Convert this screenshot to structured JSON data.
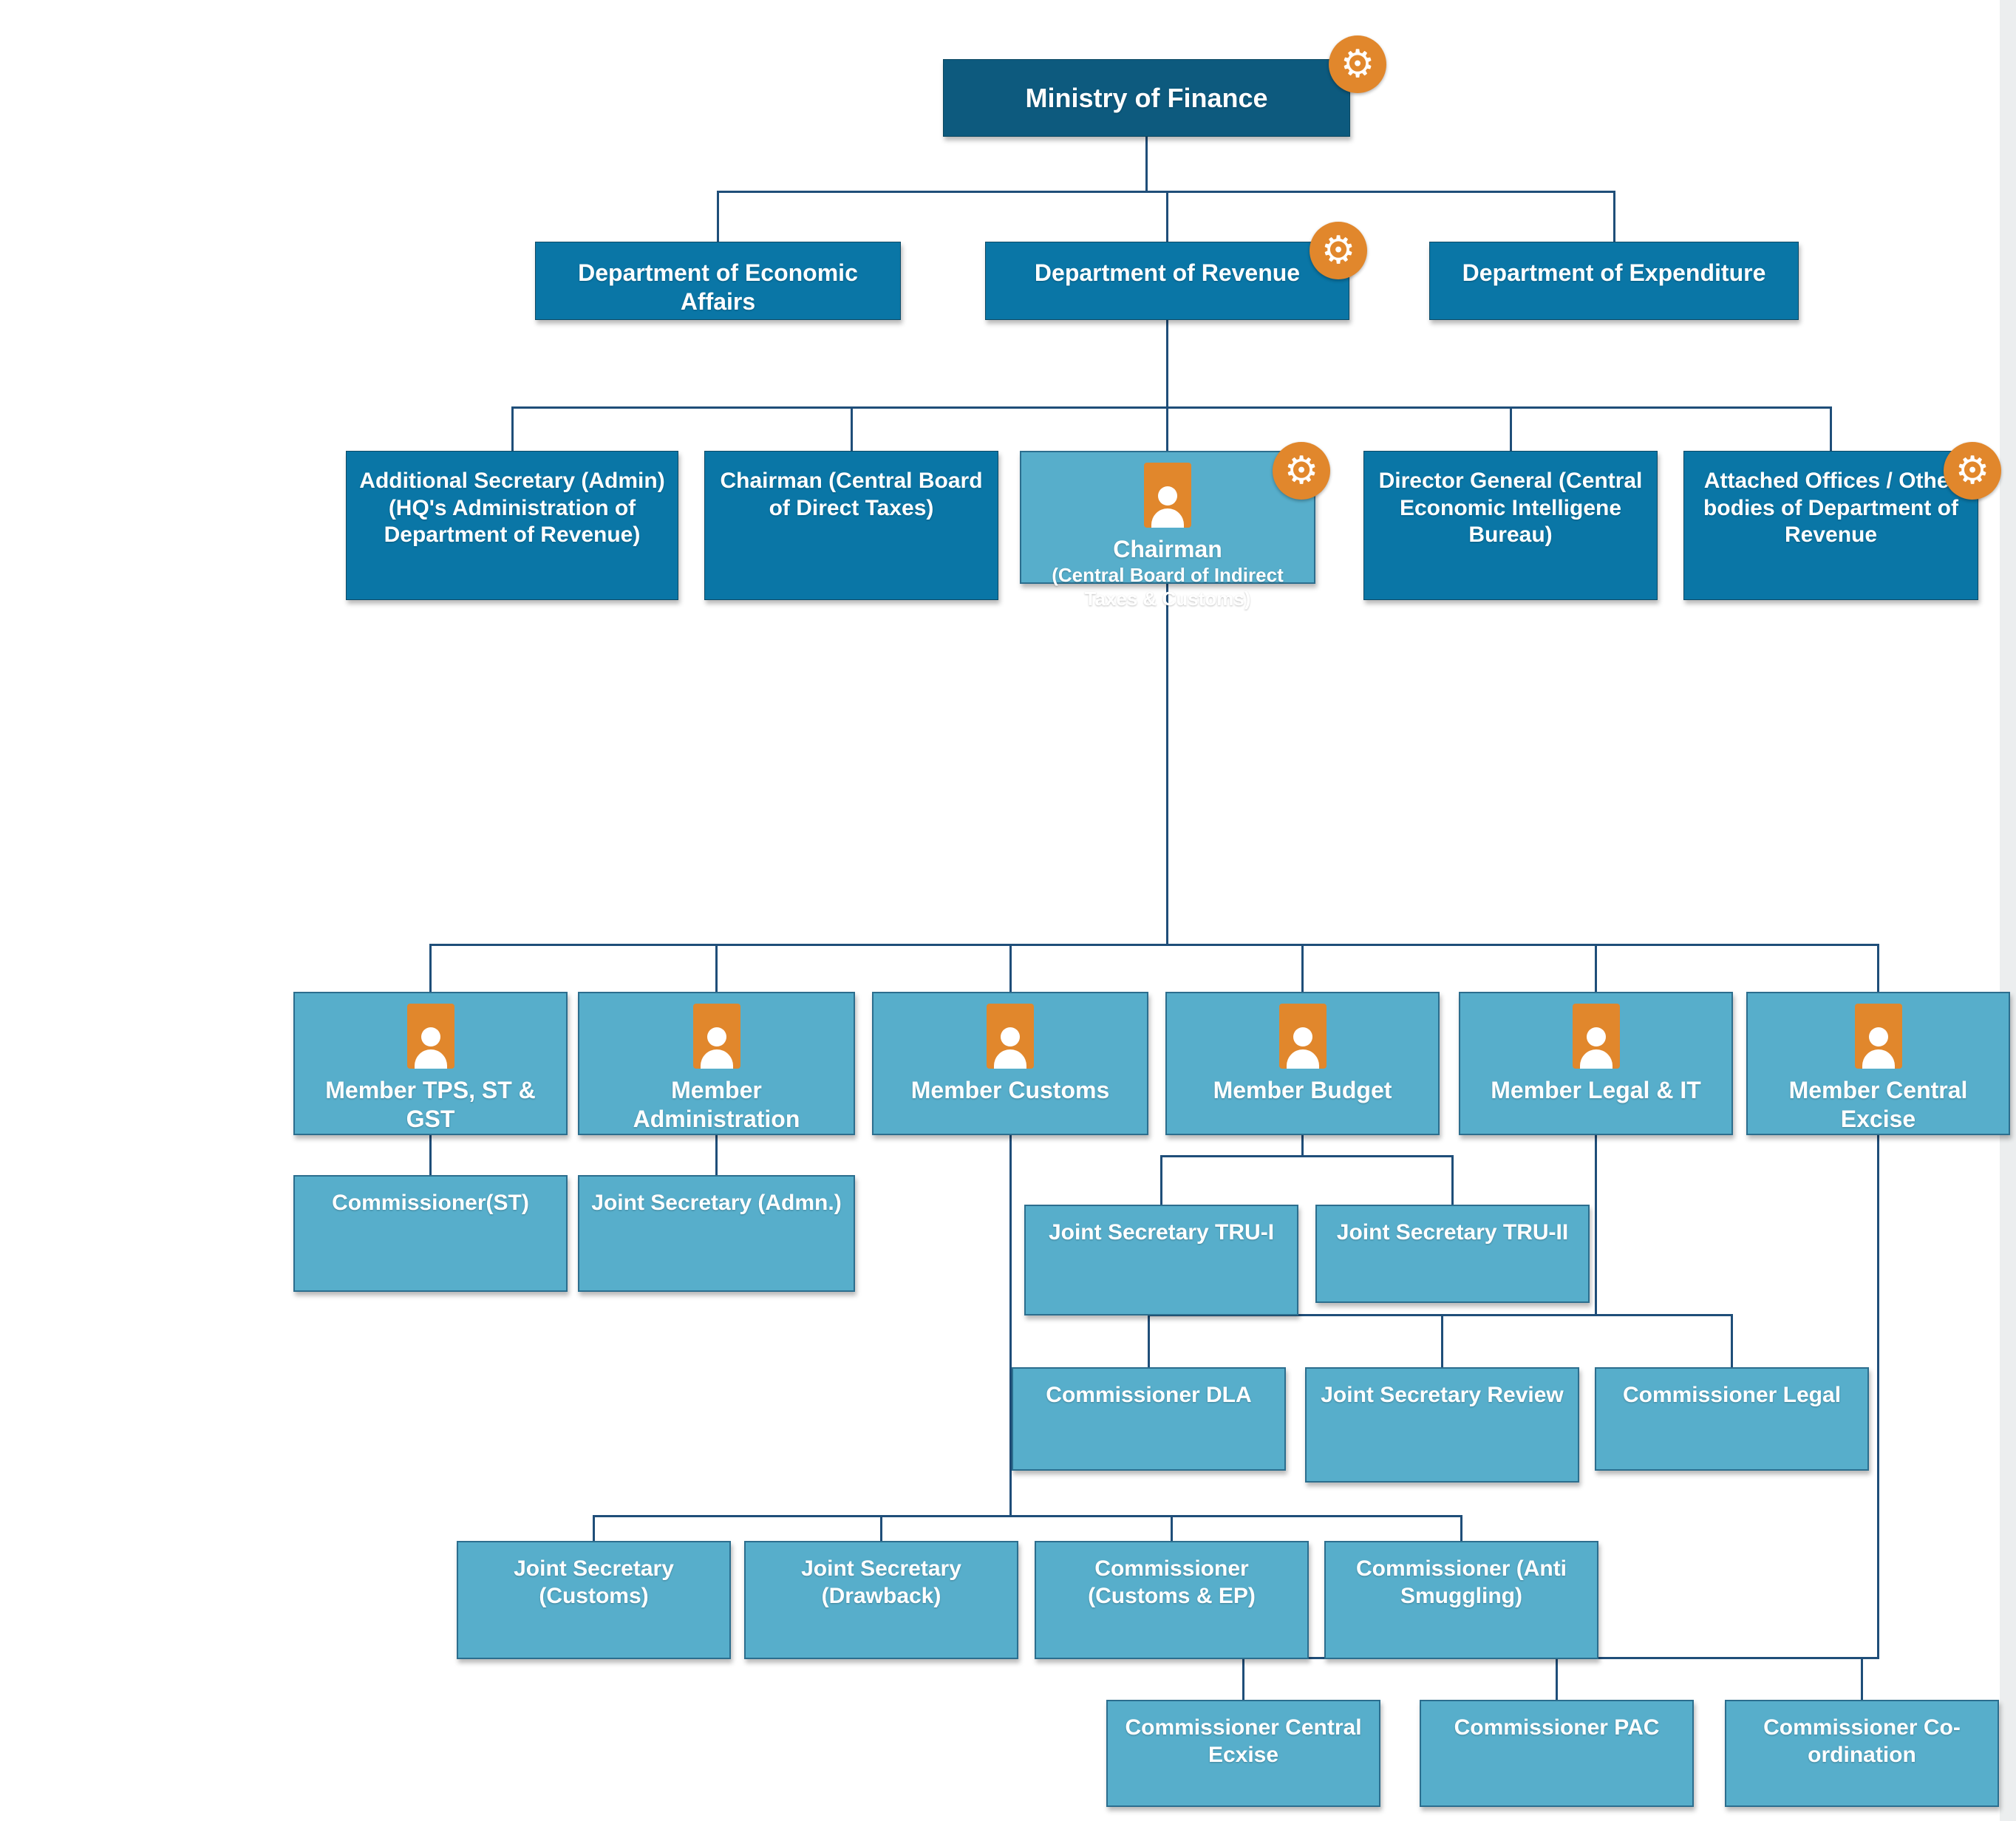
{
  "colors": {
    "box_dark": "#0d5a7e",
    "box_medium": "#0a76a6",
    "box_light": "#57aecb",
    "icon_orange": "#e1872c",
    "connector": "#1f4e79",
    "text": "#ffffff"
  },
  "icons": {
    "gear_glyph": "⚙",
    "person_glyph": "person-silhouette"
  },
  "nodes": {
    "mof": {
      "label": "Ministry of Finance",
      "has_gear": true
    },
    "dea": {
      "label": "Department of Economic Affairs"
    },
    "dor": {
      "label": "Department of Revenue",
      "has_gear": true
    },
    "doe": {
      "label": "Department of Expenditure"
    },
    "addl_secy": {
      "label": "Additional Secretary (Admin)(HQ's Administration of Department of Revenue)"
    },
    "cbdt": {
      "label": "Chairman (Central Board of Direct Taxes)"
    },
    "cbic": {
      "label": "Chairman",
      "sublabel": "(Central Board of Indirect Taxes & Customs)",
      "has_gear": true,
      "has_person": true
    },
    "dgceib": {
      "label": "Director General (Central Economic Intelligene Bureau)"
    },
    "attached": {
      "label": "Attached Offices / Other bodies of Department of Revenue",
      "has_gear": true
    },
    "m_tps": {
      "label": "Member TPS, ST & GST",
      "has_person": true
    },
    "m_admin": {
      "label": "Member Administration",
      "has_person": true
    },
    "m_customs": {
      "label": "Member Customs",
      "has_person": true
    },
    "m_budget": {
      "label": "Member Budget",
      "has_person": true
    },
    "m_legal": {
      "label": "Member Legal & IT",
      "has_person": true
    },
    "m_excise": {
      "label": "Member Central Excise",
      "has_person": true
    },
    "comm_st": {
      "label": "Commissioner(ST)"
    },
    "js_admn": {
      "label": "Joint Secretary (Admn.)"
    },
    "js_tru1": {
      "label": "Joint Secretary TRU-I"
    },
    "js_tru2": {
      "label": "Joint Secretary TRU-II"
    },
    "comm_dla": {
      "label": "Commissioner DLA"
    },
    "js_review": {
      "label": "Joint Secretary Review"
    },
    "comm_legal": {
      "label": "Commissioner Legal"
    },
    "js_customs": {
      "label": "Joint Secretary (Customs)"
    },
    "js_drawback": {
      "label": "Joint Secretary (Drawback)"
    },
    "comm_cusep": {
      "label": "Commissioner (Customs & EP)"
    },
    "comm_anti": {
      "label": "Commissioner (Anti Smuggling)"
    },
    "comm_ce": {
      "label": "Commissioner Central Ecxise"
    },
    "comm_pac": {
      "label": "Commissioner PAC"
    },
    "comm_coord": {
      "label": "Commissioner Co-ordination"
    }
  },
  "edges": [
    [
      "mof",
      "dea"
    ],
    [
      "mof",
      "dor"
    ],
    [
      "mof",
      "doe"
    ],
    [
      "dor",
      "addl_secy"
    ],
    [
      "dor",
      "cbdt"
    ],
    [
      "dor",
      "cbic"
    ],
    [
      "dor",
      "dgceib"
    ],
    [
      "dor",
      "attached"
    ],
    [
      "cbic",
      "m_tps"
    ],
    [
      "cbic",
      "m_admin"
    ],
    [
      "cbic",
      "m_customs"
    ],
    [
      "cbic",
      "m_budget"
    ],
    [
      "cbic",
      "m_legal"
    ],
    [
      "cbic",
      "m_excise"
    ],
    [
      "m_tps",
      "comm_st"
    ],
    [
      "m_admin",
      "js_admn"
    ],
    [
      "m_budget",
      "js_tru1"
    ],
    [
      "m_budget",
      "js_tru2"
    ],
    [
      "m_legal",
      "comm_dla"
    ],
    [
      "m_legal",
      "js_review"
    ],
    [
      "m_legal",
      "comm_legal"
    ],
    [
      "m_customs",
      "js_customs"
    ],
    [
      "m_customs",
      "js_drawback"
    ],
    [
      "m_customs",
      "comm_cusep"
    ],
    [
      "m_customs",
      "comm_anti"
    ],
    [
      "m_excise",
      "comm_ce"
    ],
    [
      "m_excise",
      "comm_pac"
    ],
    [
      "m_excise",
      "comm_coord"
    ]
  ]
}
